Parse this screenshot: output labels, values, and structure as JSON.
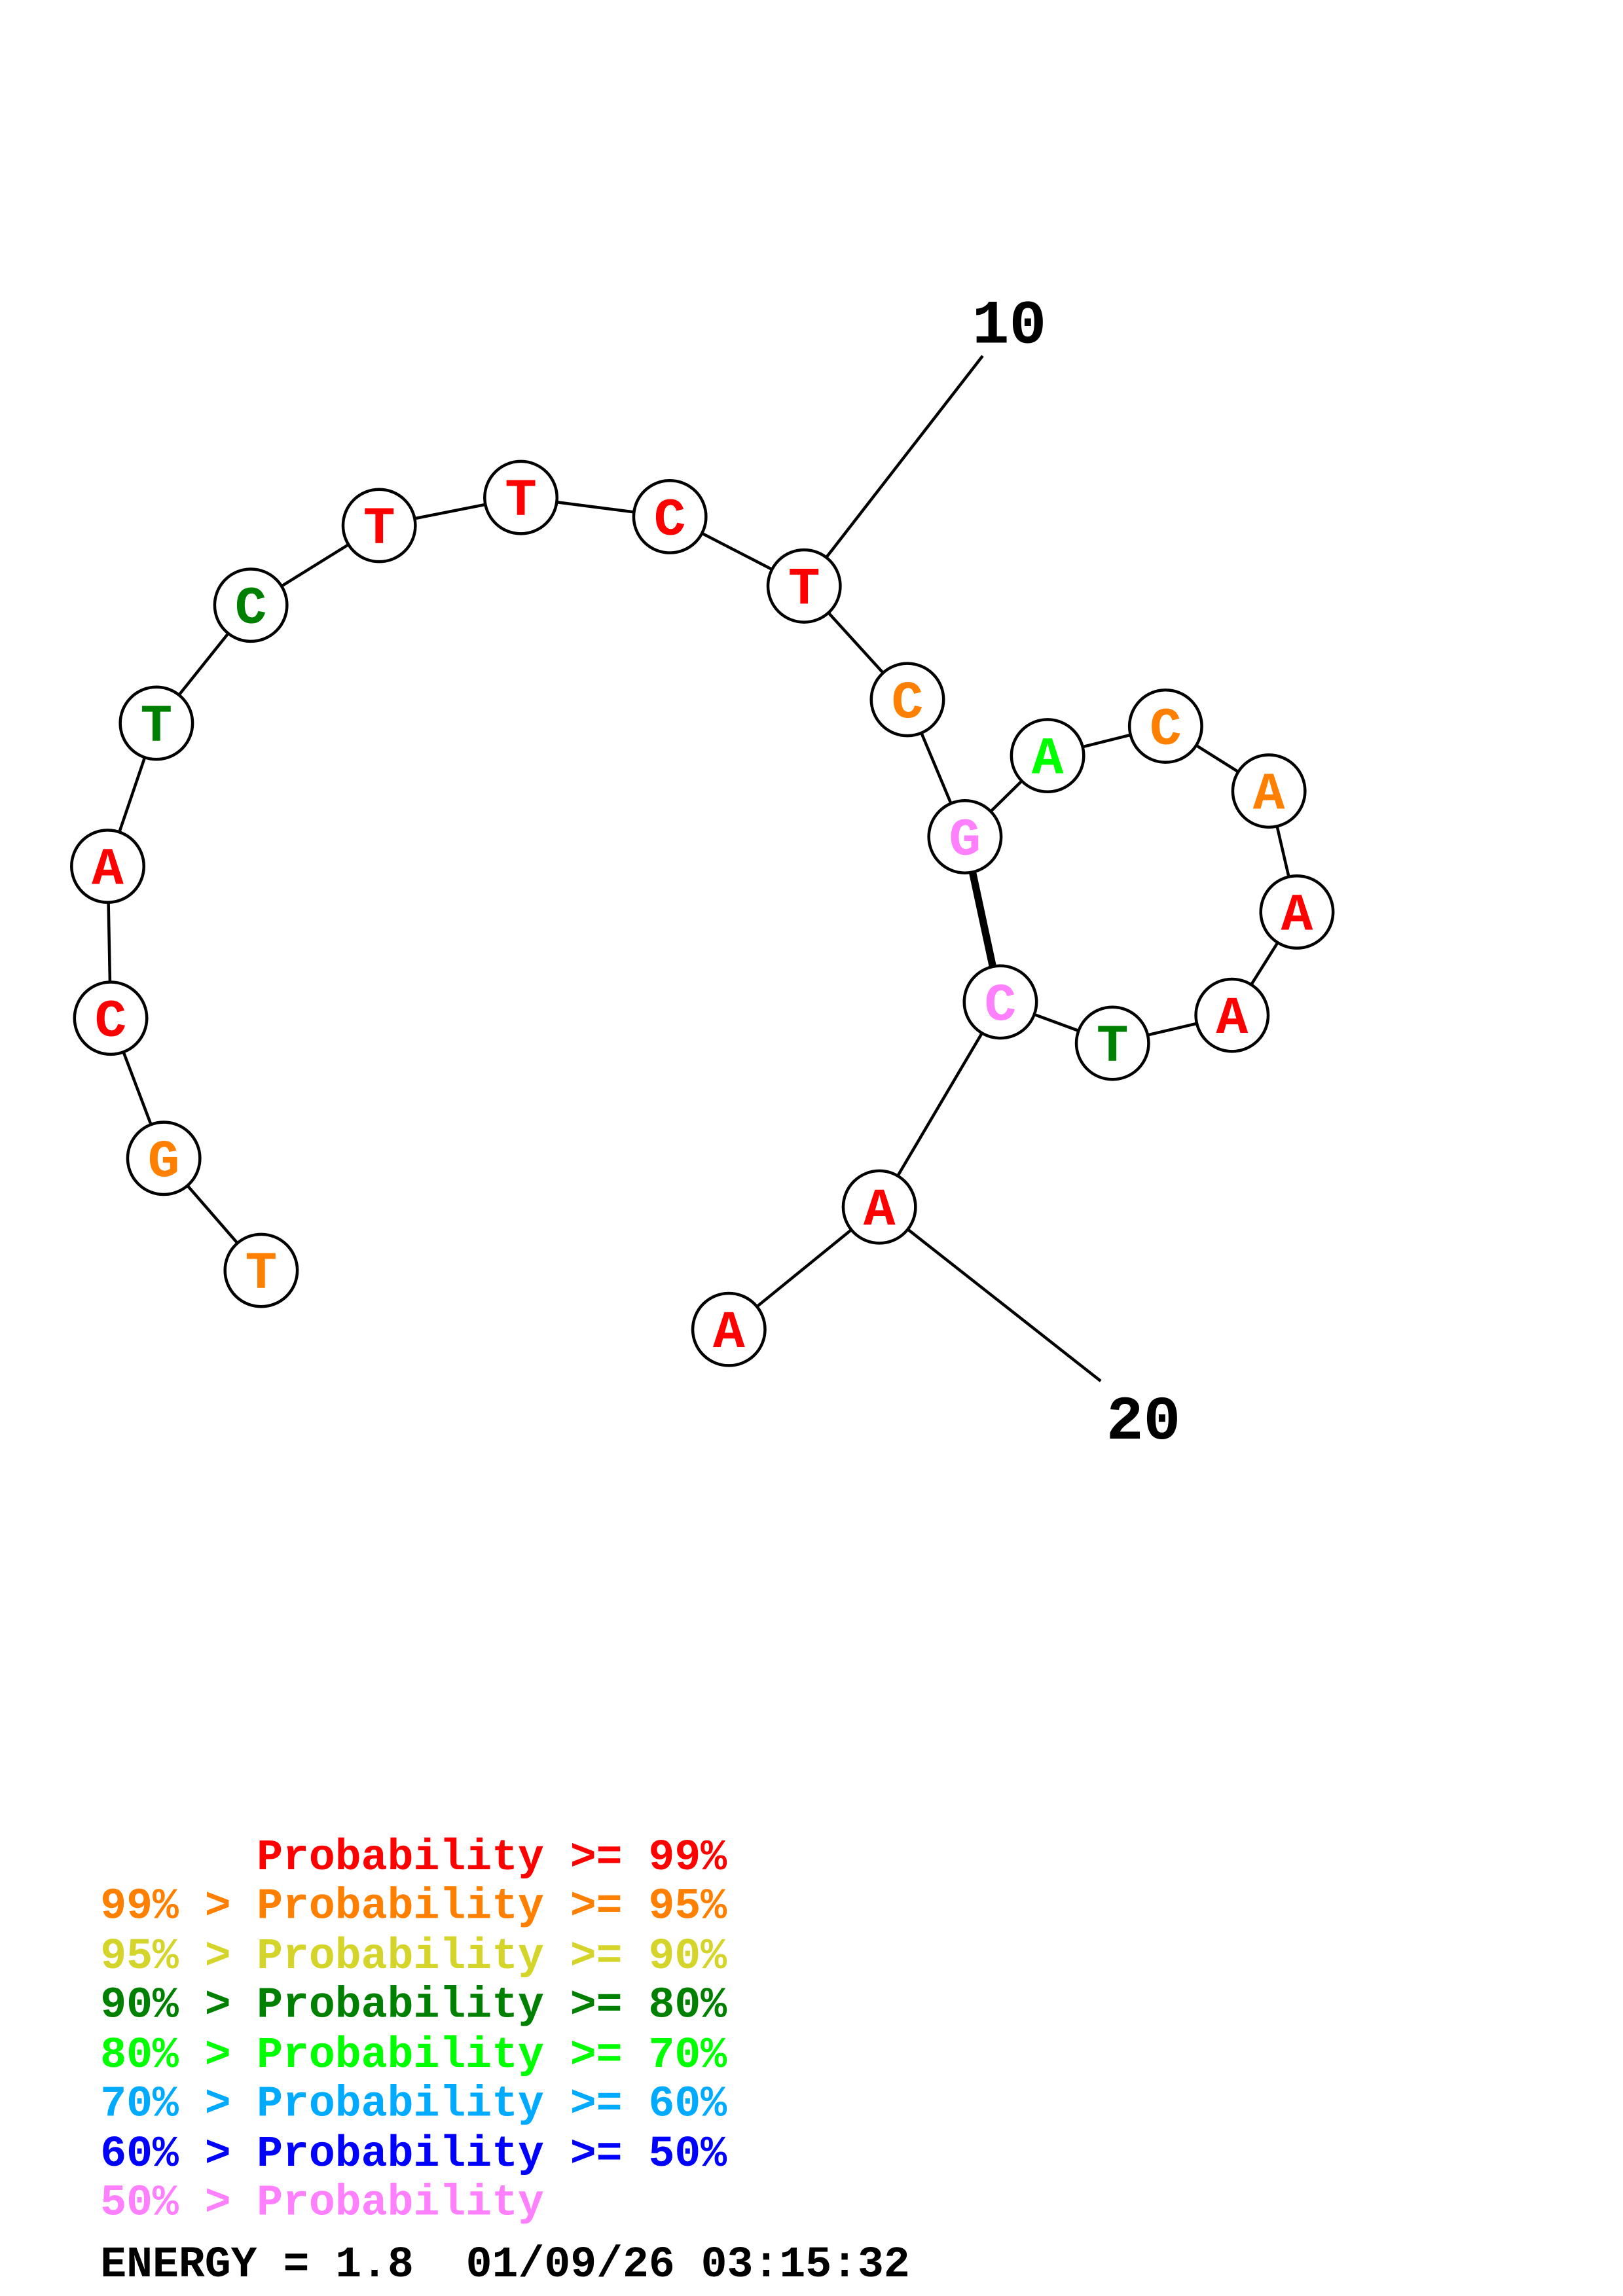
{
  "structure": {
    "bases": [
      {
        "base": "T",
        "color": "#ff8000"
      },
      {
        "base": "G",
        "color": "#ff8000"
      },
      {
        "base": "C",
        "color": "#ff0000"
      },
      {
        "base": "A",
        "color": "#ff0000"
      },
      {
        "base": "T",
        "color": "#008000"
      },
      {
        "base": "C",
        "color": "#008000"
      },
      {
        "base": "T",
        "color": "#ff0000"
      },
      {
        "base": "T",
        "color": "#ff0000"
      },
      {
        "base": "C",
        "color": "#ff0000"
      },
      {
        "base": "T",
        "color": "#ff0000"
      },
      {
        "base": "C",
        "color": "#ff8000"
      },
      {
        "base": "G",
        "color": "#ff80ff"
      },
      {
        "base": "A",
        "color": "#00ff00"
      },
      {
        "base": "C",
        "color": "#ff8000"
      },
      {
        "base": "A",
        "color": "#ff8000"
      },
      {
        "base": "A",
        "color": "#ff0000"
      },
      {
        "base": "A",
        "color": "#ff0000"
      },
      {
        "base": "T",
        "color": "#008000"
      },
      {
        "base": "C",
        "color": "#ff80ff"
      },
      {
        "base": "A",
        "color": "#ff0000"
      },
      {
        "base": "A",
        "color": "#ff0000"
      }
    ],
    "pairs": [
      [
        12,
        19
      ]
    ],
    "position_labels": [
      {
        "index": 10,
        "text": "10"
      },
      {
        "index": 20,
        "text": "20"
      }
    ]
  },
  "legend": [
    {
      "prefix": "",
      "text": "Probability >= 99%",
      "color": "#ff0000"
    },
    {
      "prefix": "99% > ",
      "text": "Probability >= 95%",
      "color": "#ff8000"
    },
    {
      "prefix": "95% > ",
      "text": "Probability >= 90%",
      "color": "#d4d42a"
    },
    {
      "prefix": "90% > ",
      "text": "Probability >= 80%",
      "color": "#008000"
    },
    {
      "prefix": "80% > ",
      "text": "Probability >= 70%",
      "color": "#00ff00"
    },
    {
      "prefix": "70% > ",
      "text": "Probability >= 60%",
      "color": "#00aaff"
    },
    {
      "prefix": "60% > ",
      "text": "Probability >= 50%",
      "color": "#0000ff"
    },
    {
      "prefix": "50% > ",
      "text": "Probability",
      "color": "#ff80ff"
    }
  ],
  "footer": {
    "energy": "ENERGY = 1.8  01/09/26 03:15:32"
  }
}
